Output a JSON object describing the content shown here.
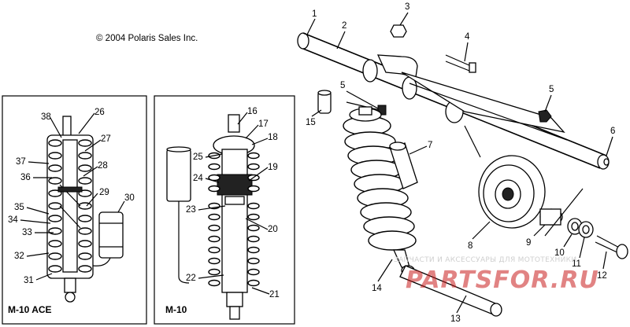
{
  "copyright": "© 2004 Polaris Sales Inc.",
  "panels": {
    "left_title": "M-10 ACE",
    "mid_title": "M-10"
  },
  "callouts": {
    "c1": "1",
    "c2": "2",
    "c3": "3",
    "c4": "4",
    "c5a": "5",
    "c5b": "5",
    "c6": "6",
    "c7": "7",
    "c8": "8",
    "c9": "9",
    "c10": "10",
    "c11": "11",
    "c12": "12",
    "c13": "13",
    "c14": "14",
    "c15": "15",
    "c16": "16",
    "c17": "17",
    "c18": "18",
    "c19": "19",
    "c20": "20",
    "c21": "21",
    "c22": "22",
    "c23": "23",
    "c24": "24",
    "c25": "25",
    "c26": "26",
    "c27": "27",
    "c28": "28",
    "c29": "29",
    "c30": "30",
    "c31": "31",
    "c32": "32",
    "c33": "33",
    "c34": "34",
    "c35": "35",
    "c36": "36",
    "c37": "37",
    "c38": "38"
  },
  "watermark": {
    "small": "ЗАПЧАСТИ И АКСЕССУАРЫ ДЛЯ МОТОТЕХНИКИ",
    "big": "PARTSFOR.RU"
  },
  "colors": {
    "line": "#000000",
    "watermark": "#c81e1e"
  }
}
